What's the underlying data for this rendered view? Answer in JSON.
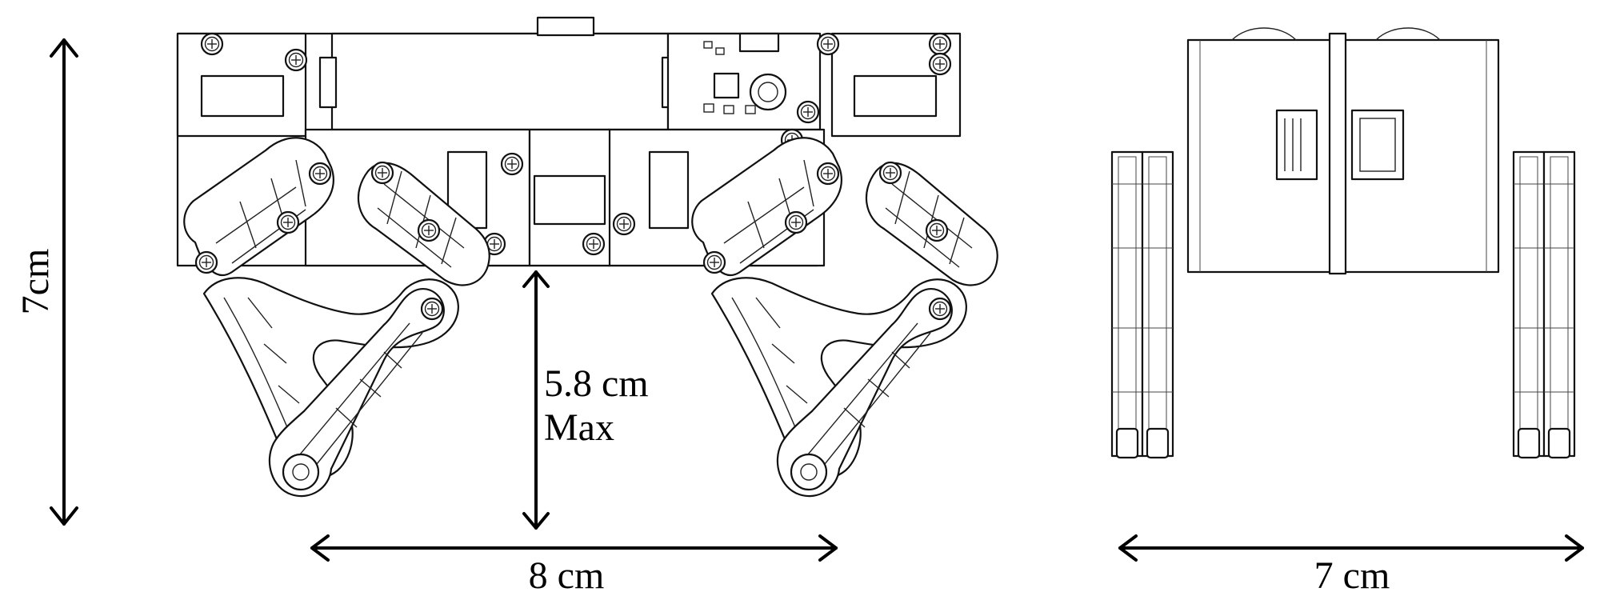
{
  "figure": {
    "labels": {
      "height": "7cm",
      "clearance_value": "5.8 cm",
      "clearance_note": "Max",
      "front_width": "8 cm",
      "side_width": "7 cm"
    }
  }
}
